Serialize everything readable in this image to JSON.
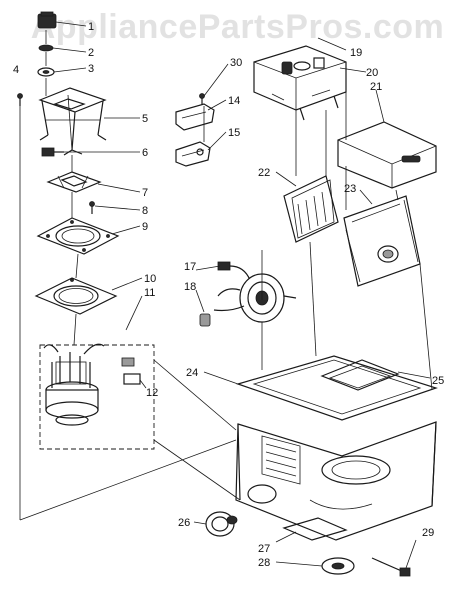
{
  "watermark": "AppliancePartsPros.com",
  "callouts": [
    "1",
    "2",
    "3",
    "4",
    "5",
    "6",
    "7",
    "8",
    "9",
    "10",
    "11",
    "12",
    "14",
    "15",
    "17",
    "18",
    "19",
    "20",
    "21",
    "22",
    "23",
    "24",
    "25",
    "26",
    "27",
    "28",
    "29",
    "30"
  ]
}
